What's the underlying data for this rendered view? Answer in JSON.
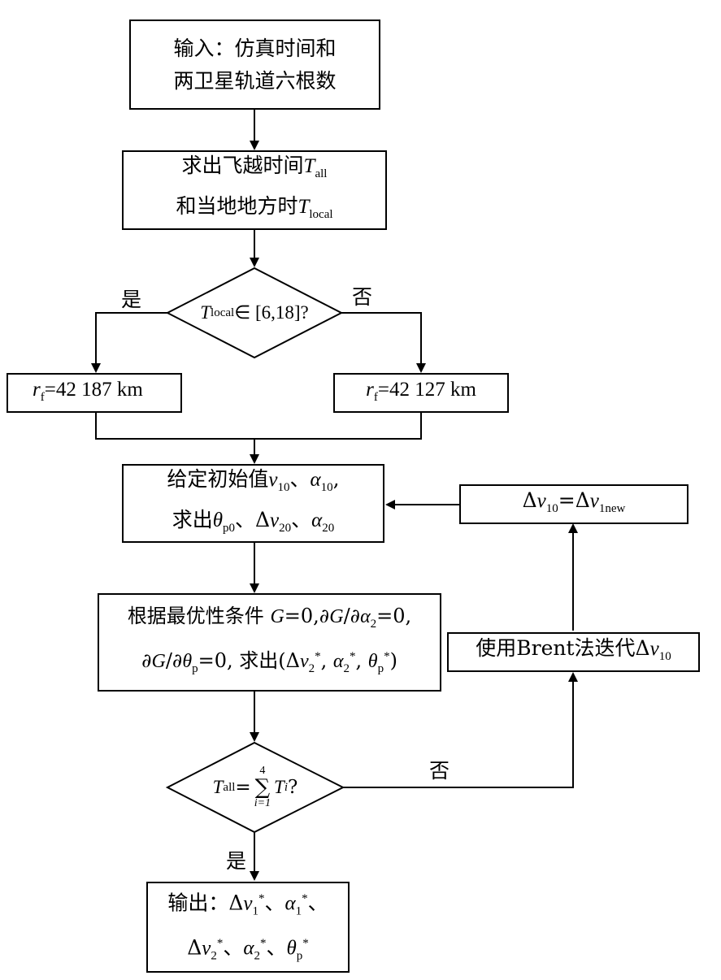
{
  "box_input": {
    "line1": "输入：仿真时间和",
    "line2": "两卫星轨道六根数"
  },
  "box_flyby": {
    "line1_prefix": "求出飞越时间",
    "line1_var": "T",
    "line1_sub": "all",
    "line2_prefix": "和当地地方时",
    "line2_var": "T",
    "line2_sub": "local"
  },
  "decision1": {
    "var": "T",
    "sub": "local",
    "rest": " ∈ [6,18]?"
  },
  "labels": {
    "yes1": "是",
    "no1": "否",
    "no2": "否",
    "yes2": "是"
  },
  "box_rf_left": {
    "var": "r",
    "sub": "f",
    "value": "=42 187 km"
  },
  "box_rf_right": {
    "var": "r",
    "sub": "f",
    "value": "=42 127 km"
  },
  "box_init": {
    "l1_text": "给定初始值",
    "l1_v": "v",
    "l1_v_sub": "10",
    "l1_sep1": "、",
    "l1_a": "α",
    "l1_a_sub": "10",
    "l1_end": ",",
    "l2_text": "求出",
    "l2_theta": "θ",
    "l2_theta_sub": "p0",
    "l2_sep1": "、Δ",
    "l2_v": "v",
    "l2_v_sub": "20",
    "l2_sep2": "、",
    "l2_a": "α",
    "l2_a_sub": "20"
  },
  "box_update": {
    "d1": "Δ",
    "v1": "v",
    "s1": "10",
    "eq": "=Δ",
    "v2": "v",
    "s2": "1new"
  },
  "box_optimal": {
    "l1_text": "根据最优性条件 ",
    "l1_eq1": "G",
    "l1_eq1_rest": "=0,∂",
    "l1_g2": "G",
    "l1_slash": "/∂",
    "l1_a": "α",
    "l1_a_sub": "2",
    "l1_end": "=0,",
    "l2_d": "∂",
    "l2_g": "G",
    "l2_slash": "/∂",
    "l2_theta": "θ",
    "l2_theta_sub": "p",
    "l2_mid": "=0, 求出(Δ",
    "l2_v": "v",
    "l2_v_sub": "2",
    "l2_v_sup": "*",
    "l2_sep": ", ",
    "l2_a": "α",
    "l2_a_sub": "2",
    "l2_a_sup": "*",
    "l2_sep2": ", ",
    "l2_th2": "θ",
    "l2_th2_sub": "p",
    "l2_th2_sup": "*",
    "l2_end": ")"
  },
  "box_brent": {
    "text": "使用Brent法迭代Δ",
    "var": "v",
    "sub": "10"
  },
  "decision2": {
    "var": "T",
    "sub": "all",
    "eq": "=",
    "sum_top": "4",
    "sum_bottom": "i=1",
    "ti": "T",
    "ti_sub": "i",
    "end": "?"
  },
  "box_output": {
    "l1_text": "输出：Δ",
    "l1_v": "v",
    "l1_v_sub": "1",
    "l1_v_sup": "*",
    "l1_sep": "、",
    "l1_a": "α",
    "l1_a_sub": "1",
    "l1_a_sup": "*",
    "l1_end": "、",
    "l2_d": "Δ",
    "l2_v": "v",
    "l2_v_sub": "2",
    "l2_v_sup": "*",
    "l2_sep": "、",
    "l2_a": "α",
    "l2_a_sub": "2",
    "l2_a_sup": "*",
    "l2_sep2": "、",
    "l2_th": "θ",
    "l2_th_sub": "p",
    "l2_th_sup": "*"
  }
}
